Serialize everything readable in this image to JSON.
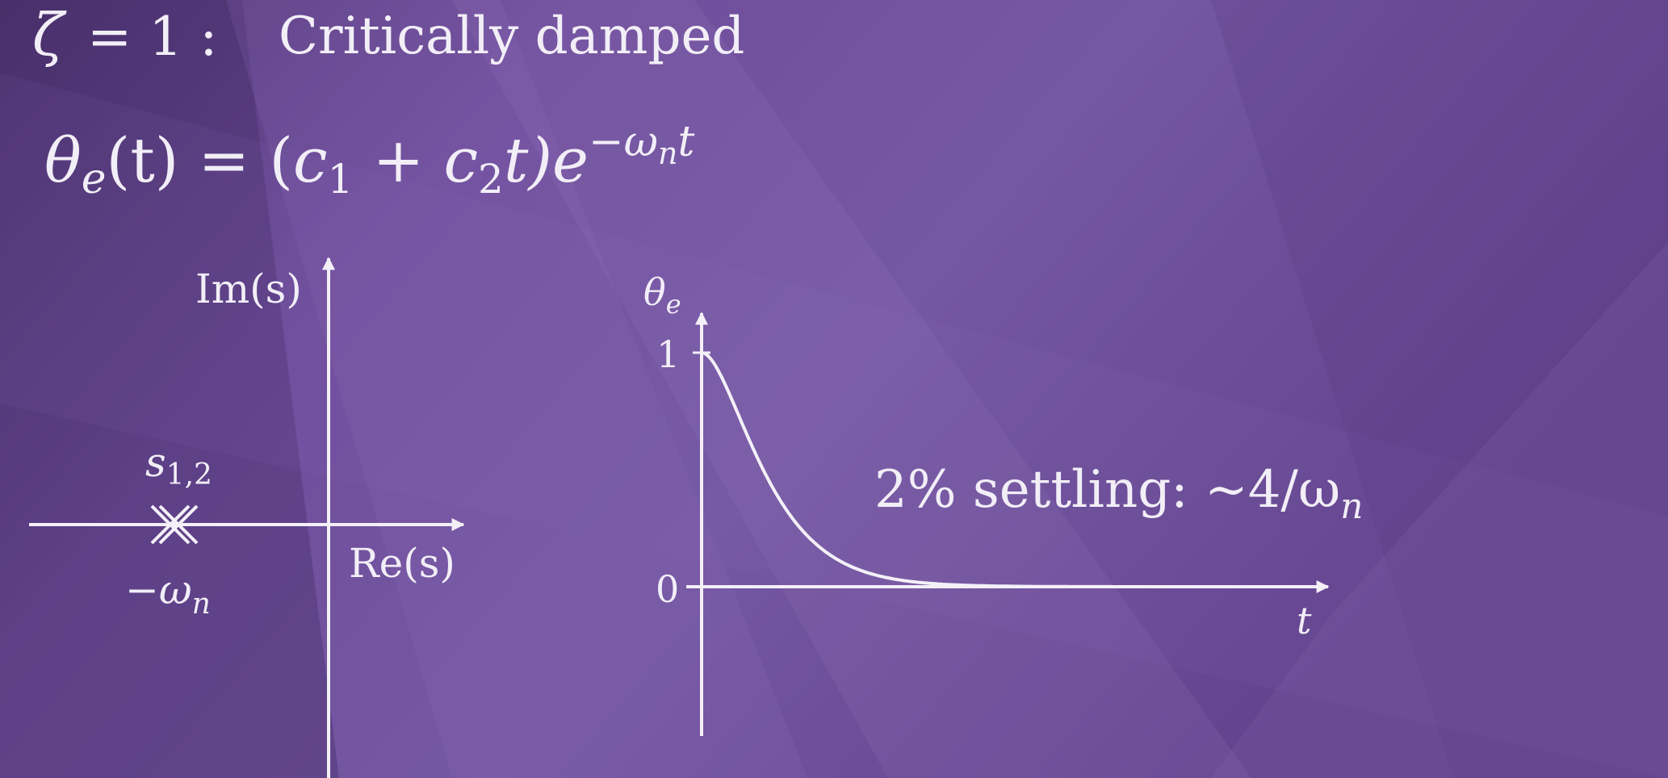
{
  "colors": {
    "background": "#6a4a94",
    "foreground": "#f2eef7"
  },
  "heading": {
    "zeta_symbol": "ζ",
    "equals": "= 1 :",
    "title": "Critically damped"
  },
  "equation": {
    "lhs_symbol": "θ",
    "lhs_subscript": "e",
    "lhs_arg": "(t) = (",
    "c1": "c",
    "c1_sub": "1",
    "plus": " + ",
    "c2": "c",
    "c2_sub": "2",
    "t_close": "t)",
    "exp_base": "e",
    "exp_neg": "−",
    "exp_omega": "ω",
    "exp_omega_sub": "n",
    "exp_t": "t"
  },
  "s_plane": {
    "im_label": "Im(s)",
    "re_label": "Re(s)",
    "pole_label": "s",
    "pole_label_sub": "1,2",
    "pole_location": "−ω",
    "pole_location_sub": "n",
    "pole_marker": "double-x-icon"
  },
  "response_plot": {
    "y_axis_label": "θ",
    "y_axis_label_sub": "e",
    "x_axis_label": "t",
    "y_tick_1": "1",
    "y_tick_0": "0",
    "annotation_main": "2% settling: ~4/ω",
    "annotation_sub": "n"
  }
}
